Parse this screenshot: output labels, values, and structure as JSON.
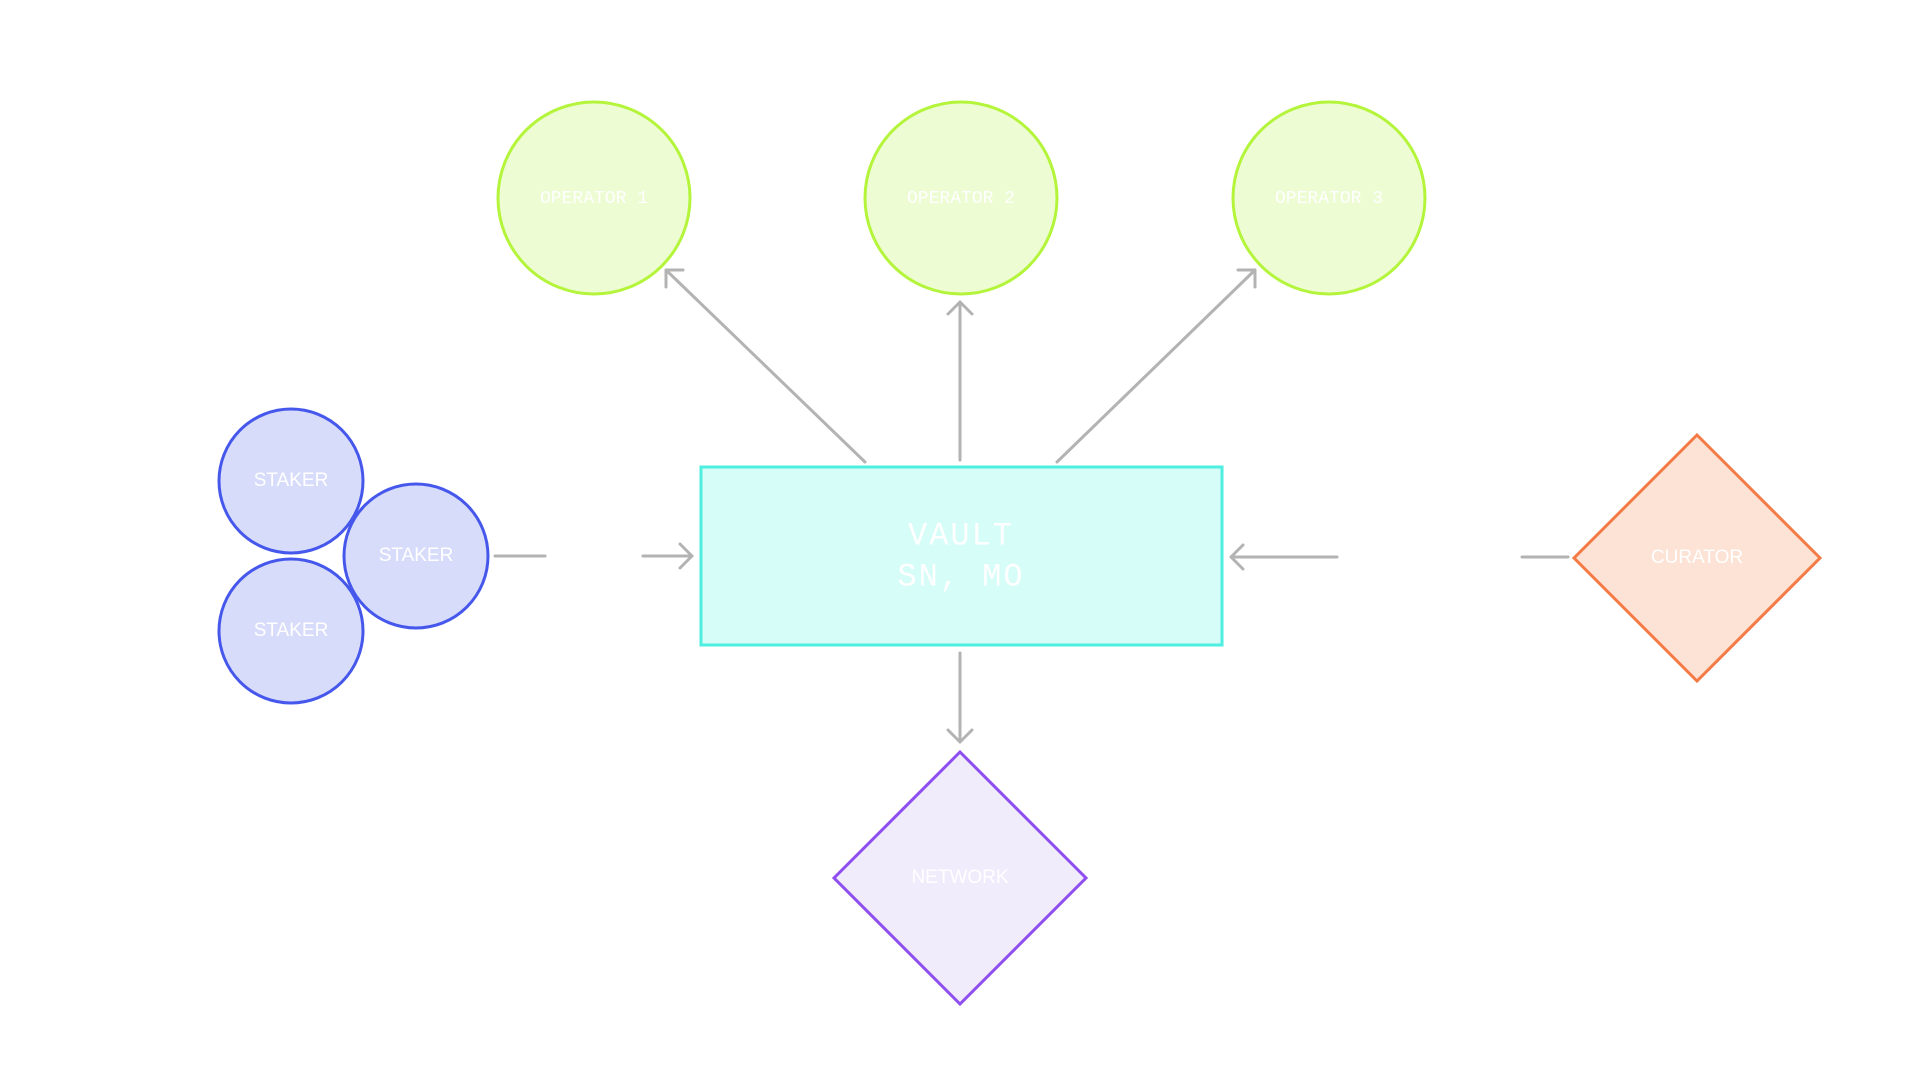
{
  "colors": {
    "operator_fill": "#edfcd2",
    "operator_stroke": "#b4f53c",
    "staker_fill": "#d8dcfb",
    "staker_stroke": "#4657ec",
    "vault_fill": "#d6fdf8",
    "vault_stroke": "#4eeee0",
    "curator_fill": "#fde3d6",
    "curator_stroke": "#f47a46",
    "network_fill": "#f1ecfc",
    "network_stroke": "#8f4ef0",
    "connector": "#b3b3b3"
  },
  "operators": [
    {
      "label": "OPERATOR 1"
    },
    {
      "label": "OPERATOR 2"
    },
    {
      "label": "OPERATOR 3"
    }
  ],
  "stakers": [
    {
      "label": "STAKER"
    },
    {
      "label": "STAKER"
    },
    {
      "label": "STAKER"
    }
  ],
  "vault": {
    "line1": "VAULT",
    "line2": "SN, MO"
  },
  "curator": {
    "label": "CURATOR"
  },
  "network": {
    "label": "NETWORK"
  }
}
